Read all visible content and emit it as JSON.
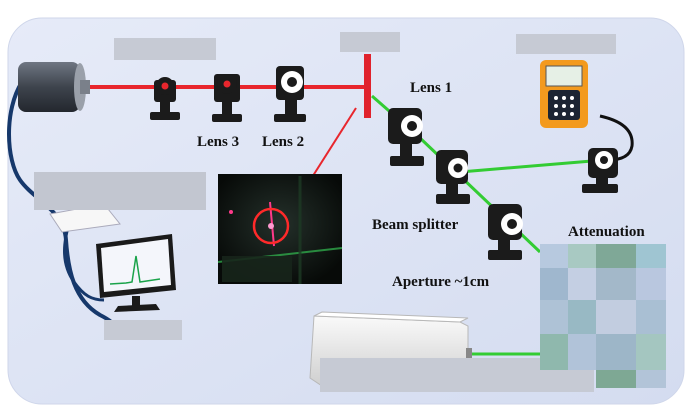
{
  "labels": {
    "lens1": "Lens 1",
    "lens2": "Lens 2",
    "lens3": "Lens 3",
    "beam_splitter": "Beam splitter",
    "attenuation": "Attenuation",
    "aperture": "Aperture ~1cm"
  },
  "colors": {
    "background_panel": "#dfe6f6",
    "red_beam": "#e8262d",
    "green_beam": "#33cc33",
    "mirror": "#e0222c",
    "fiber": "#16386b",
    "mount": "#1b1b1b",
    "meter_body": "#f39a1e",
    "pointer_circle": "#ff2a2a"
  },
  "icons": [
    "laser-icon",
    "lens-mount-icon",
    "mirror-icon",
    "power-meter-icon",
    "monitor-icon",
    "camera-photo-icon",
    "laser-box-icon"
  ]
}
